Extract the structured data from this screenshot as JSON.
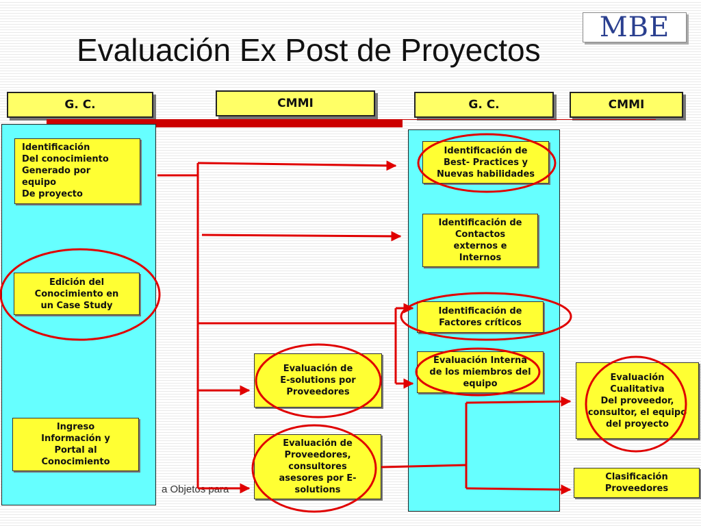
{
  "slide": {
    "title": "Evaluación Ex Post de Proyectos",
    "logo_text": "MBE",
    "footer_text": "a Objetos para"
  },
  "headers": [
    "G. C.",
    "CMMI",
    "G. C.",
    "CMMI"
  ],
  "left_column": {
    "box_identificacion": "Identificación\nDel conocimiento\nGenerado por\nequipo\nDe proyecto",
    "box_edicion": "Edición del\nConocimiento en\nun Case Study",
    "box_ingreso": "Ingreso\nInformación y\nPortal al\nConocimiento"
  },
  "middle": {
    "box_esolutions": "Evaluación de\nE-solutions por\nProveedores",
    "box_proveedores": "Evaluación de\nProveedores,\nconsultores\nasesores por E-\nsolutions"
  },
  "right_column": {
    "box_best_practices": "Identificación de\nBest- Practices y\nNuevas habilidades",
    "box_contactos": "Identificación de\nContactos\nexternos e\nInternos",
    "box_factores": "Identificación de\nFactores críticos",
    "box_eval_interna": "Evaluación Interna\nde los miembros del\nequipo"
  },
  "far_right": {
    "box_cualitativa": "Evaluación\nCualitativa\nDel proveedor,\nconsultor, el equipo\ndel proyecto",
    "box_clasificacion": "Clasificación\nProveedores"
  },
  "colors": {
    "box_fill": "#ffff33",
    "column_fill": "#66ffff",
    "arrow": "#e00000",
    "highlight_ring": "#e00000"
  }
}
